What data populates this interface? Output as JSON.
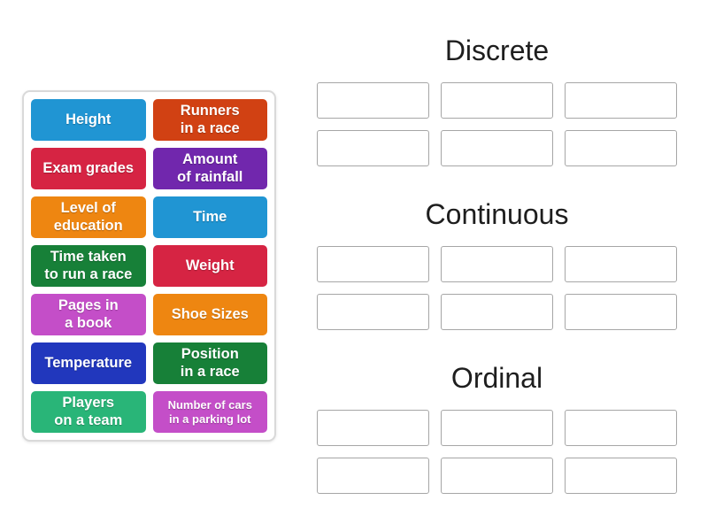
{
  "colors": {
    "page_background": "#ffffff",
    "tile_text": "#ffffff",
    "header_text": "#1e1e1e",
    "slot_border": "#a6a6a6",
    "card_border": "#d9d9d9"
  },
  "tiles": [
    {
      "label": "Height",
      "color": "#2095d3"
    },
    {
      "label": "Runners\nin a race",
      "color": "#d14113"
    },
    {
      "label": "Exam grades",
      "color": "#d62443"
    },
    {
      "label": "Amount\nof rainfall",
      "color": "#7127ad"
    },
    {
      "label": "Level of\neducation",
      "color": "#ee8611"
    },
    {
      "label": "Time",
      "color": "#2095d3"
    },
    {
      "label": "Time taken\nto run a race",
      "color": "#178038"
    },
    {
      "label": "Weight",
      "color": "#d62443"
    },
    {
      "label": "Pages in\na book",
      "color": "#c44ec8"
    },
    {
      "label": "Shoe Sizes",
      "color": "#ee8611"
    },
    {
      "label": "Temperature",
      "color": "#2137bd"
    },
    {
      "label": "Position\nin a race",
      "color": "#178038"
    },
    {
      "label": "Players\non a team",
      "color": "#29b578"
    },
    {
      "label": "Number of cars\nin a parking lot",
      "color": "#c44ec8"
    }
  ],
  "groups": [
    {
      "title": "Discrete",
      "slot_count": 6
    },
    {
      "title": "Continuous",
      "slot_count": 6
    },
    {
      "title": "Ordinal",
      "slot_count": 6
    }
  ]
}
